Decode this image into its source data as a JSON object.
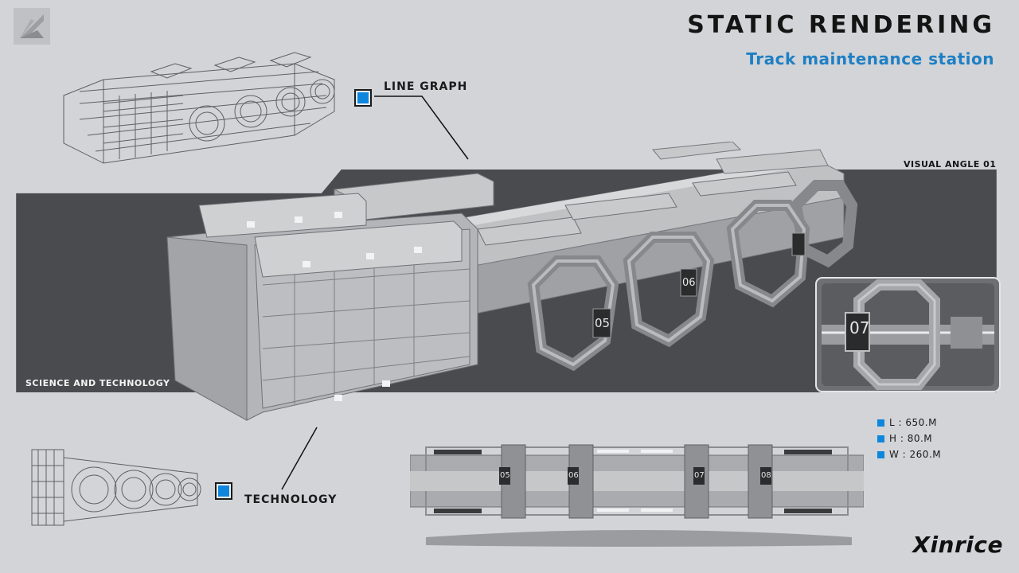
{
  "header": {
    "title": "STATIC RENDERING",
    "subtitle": "Track maintenance station"
  },
  "callouts": {
    "line_graph": "LINE GRAPH",
    "technology": "TECHNOLOGY"
  },
  "panel": {
    "visual_angle": "VISUAL ANGLE 01",
    "science_label": "SCIENCE AND TECHNOLOGY"
  },
  "dimensions": [
    {
      "label": "L : 650.M"
    },
    {
      "label": "H : 80.M"
    },
    {
      "label": "W : 260.M"
    }
  ],
  "ring_numbers": [
    "05",
    "06",
    "07",
    "08"
  ],
  "detail_ring_number": "07",
  "signature": "Xinrice",
  "colors": {
    "accent": "#0f86dd",
    "panel": "#4a4b4e",
    "background": "#d2d4d7"
  }
}
